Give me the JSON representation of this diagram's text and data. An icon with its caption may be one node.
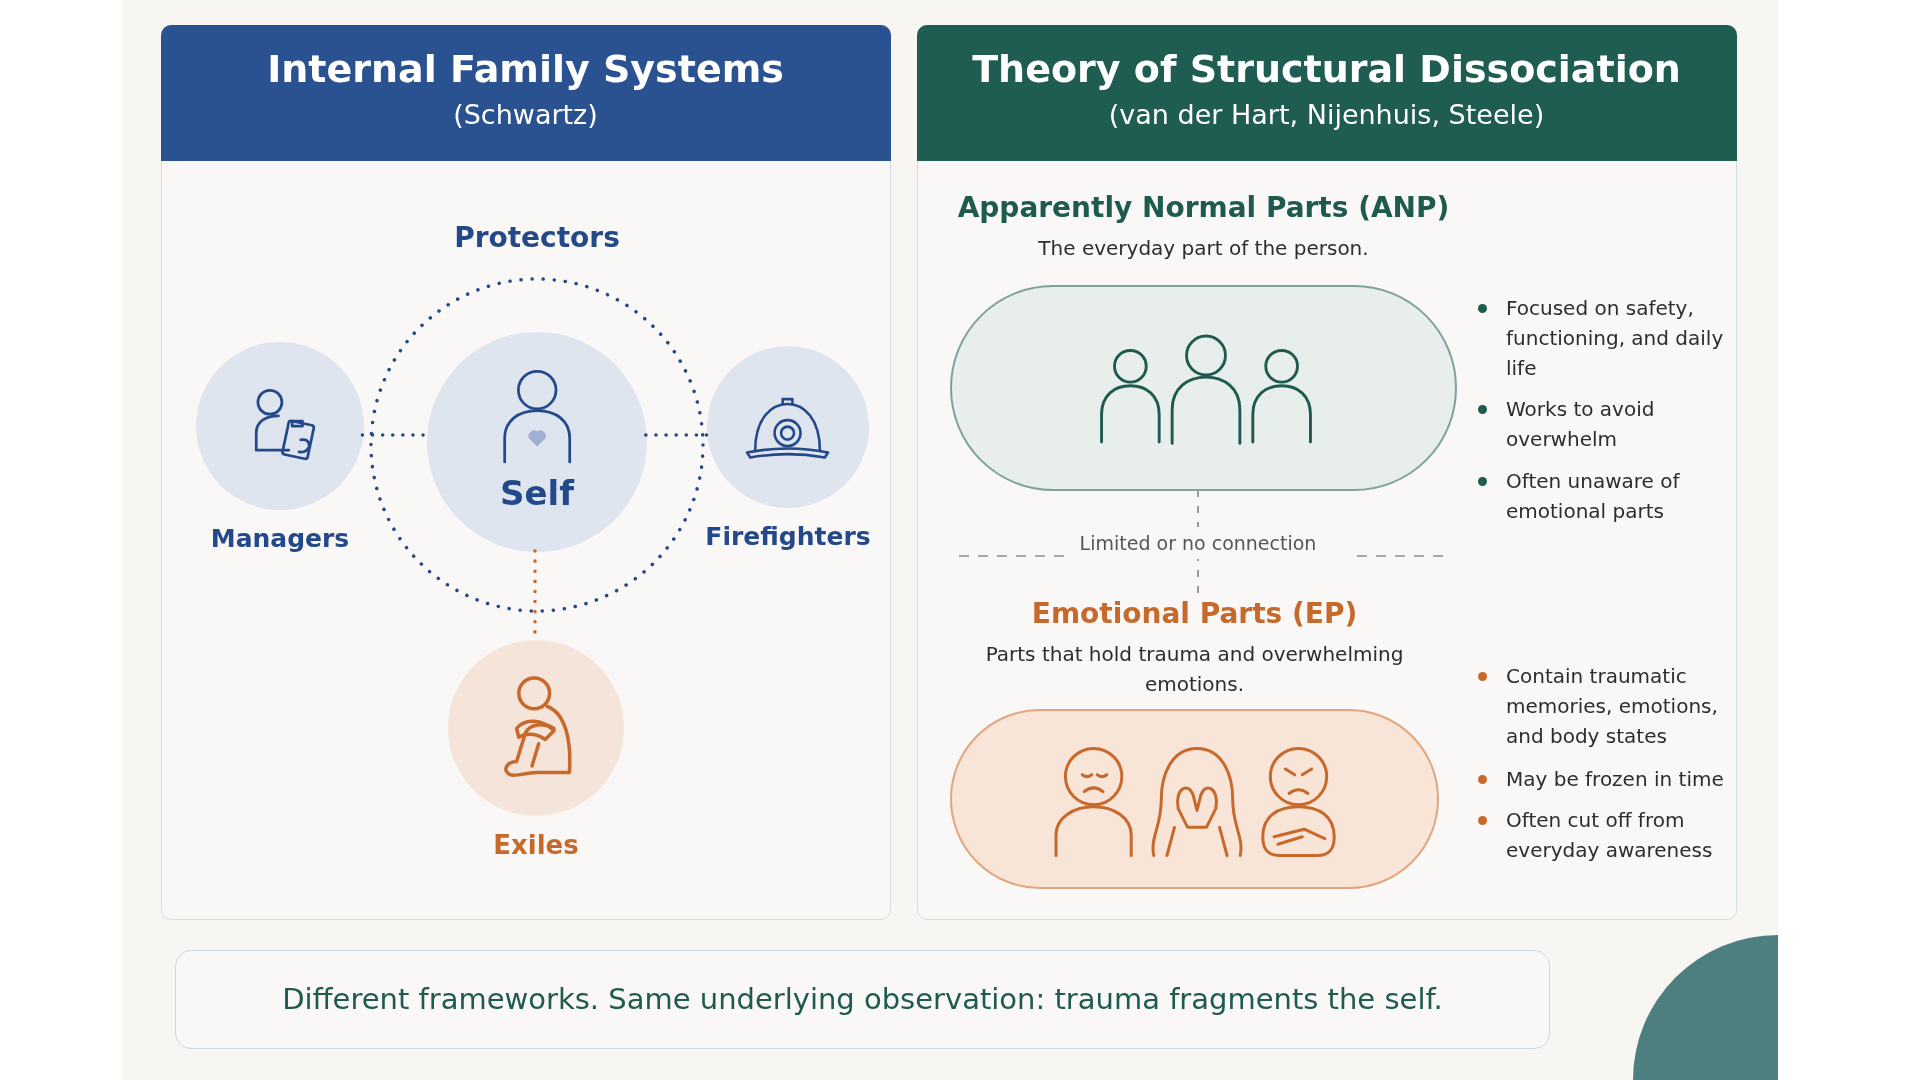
{
  "diagram": {
    "caption": "Different frameworks. Same underlying observation: trauma fragments the self.",
    "nodes": [
      {
        "text": [
          "Internal Family Systems",
          "(Schwartz)"
        ]
      },
      {
        "text": [
          "Theory of Structural Dissociation",
          "(van der Hart, Nijenhuis, Steele)"
        ]
      },
      {
        "text": [
          "Protectors"
        ],
        "in": 0
      },
      {
        "text": [
          "Self"
        ],
        "in": 2
      },
      {
        "text": [
          "Managers"
        ],
        "in": 0
      },
      {
        "text": [
          "Firefighters"
        ],
        "in": 0
      },
      {
        "text": [
          "Exiles"
        ],
        "in": 0
      },
      {
        "text": [
          "Apparently Normal Parts (ANP)",
          "The everyday part of the person."
        ],
        "in": 1
      },
      {
        "text": [
          "Emotional Parts (EP)",
          "Parts that hold trauma and overwhelming emotions."
        ],
        "in": 1
      }
    ],
    "edges": [
      {
        "from": 4,
        "to": 3,
        "arrow": "none",
        "style": "dashed"
      },
      {
        "from": 3,
        "to": 5,
        "arrow": "none",
        "style": "dashed"
      },
      {
        "from": 3,
        "to": 6,
        "arrow": "none",
        "style": "dashed",
        "color": "#c8692c"
      },
      {
        "from": 7,
        "to": 8,
        "arrow": "none",
        "style": "dashed",
        "color": "#9a9a9a",
        "label": "Limited or no connection"
      }
    ],
    "labels": [
      "Focused on safety, functioning, and daily life",
      "Works to avoid overwhelm",
      "Often unaware of emotional parts",
      "Contain traumatic memories, emotions, and body states",
      "May be frozen in time",
      "Often cut off from everyday awareness"
    ]
  }
}
